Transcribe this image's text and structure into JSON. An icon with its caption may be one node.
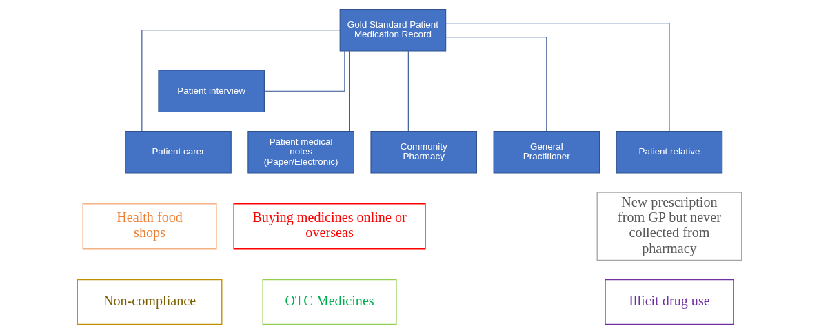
{
  "diagram": {
    "nodes": [
      {
        "text": [
          "Gold Standard Patient Medication Record"
        ]
      },
      {
        "text": [
          "Patient interview"
        ]
      },
      {
        "text": [
          "Patient medical notes (Paper/Electronic)"
        ]
      },
      {
        "text": [
          "Community Pharmacy"
        ]
      },
      {
        "text": [
          "Patient carer"
        ]
      },
      {
        "text": [
          "General Practitioner"
        ]
      },
      {
        "text": [
          "Patient relative"
        ]
      },
      {
        "text": [
          "Buying medicines online or overseas"
        ]
      },
      {
        "text": [
          "Health food shops"
        ]
      },
      {
        "text": [
          "New prescription from GP but never collected from pharmacy"
        ]
      },
      {
        "text": [
          "OTC Medicines"
        ]
      },
      {
        "text": [
          "Non-compliance"
        ]
      },
      {
        "text": [
          "Illicit drug use"
        ]
      }
    ],
    "edges": [
      {
        "from": 0,
        "to": 1,
        "arrow": "none"
      },
      {
        "from": 0,
        "to": 2,
        "arrow": "none"
      },
      {
        "from": 0,
        "to": 3,
        "arrow": "none"
      },
      {
        "from": 0,
        "to": 4,
        "arrow": "none"
      },
      {
        "from": 0,
        "to": 5,
        "arrow": "none"
      },
      {
        "from": 0,
        "to": 6,
        "arrow": "none"
      }
    ]
  }
}
